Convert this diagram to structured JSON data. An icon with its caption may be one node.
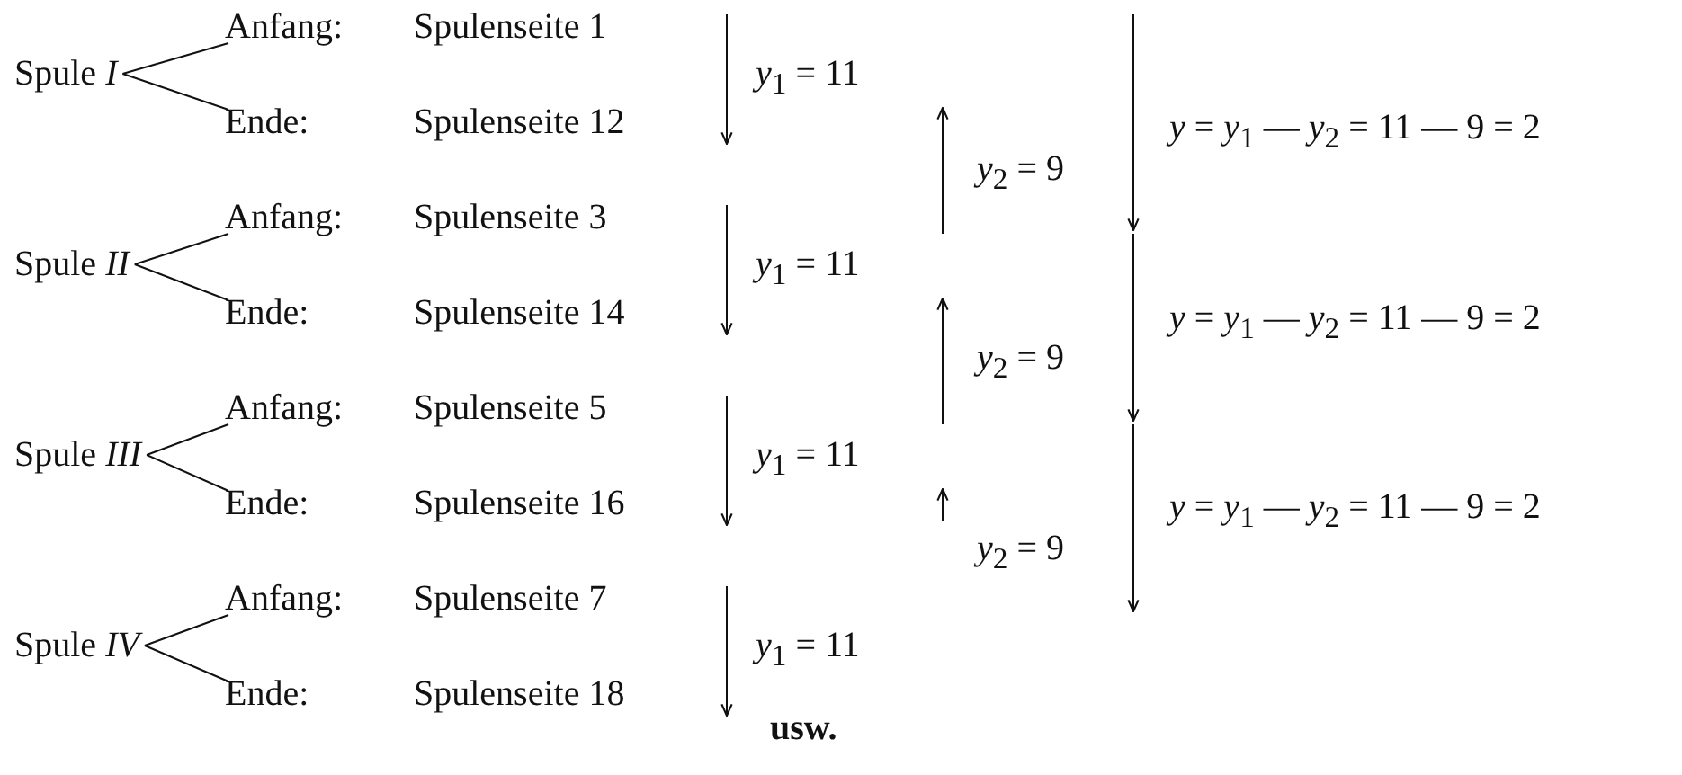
{
  "diagram": {
    "nodes": [
      {
        "text": [
          "Spule *I*"
        ]
      },
      {
        "text": [
          "Anfang:",
          "Spulenseite 1"
        ]
      },
      {
        "text": [
          "Ende:",
          "Spulenseite 12"
        ]
      },
      {
        "text": [
          "Spule *II*"
        ]
      },
      {
        "text": [
          "Anfang:",
          "Spulenseite 3"
        ]
      },
      {
        "text": [
          "Ende:",
          "Spulenseite 14"
        ]
      },
      {
        "text": [
          "Spule *III*"
        ]
      },
      {
        "text": [
          "Anfang:",
          "Spulenseite 5"
        ]
      },
      {
        "text": [
          "Ende:",
          "Spulenseite 16"
        ]
      },
      {
        "text": [
          "Spule *IV*"
        ]
      },
      {
        "text": [
          "Anfang:",
          "Spulenseite 7"
        ]
      },
      {
        "text": [
          "Ende:",
          "Spulenseite 18"
        ]
      }
    ],
    "edges": [
      {
        "from": 0,
        "to": 1,
        "arrow": "none"
      },
      {
        "from": 0,
        "to": 2,
        "arrow": "none"
      },
      {
        "from": 3,
        "to": 4,
        "arrow": "none"
      },
      {
        "from": 3,
        "to": 5,
        "arrow": "none"
      },
      {
        "from": 6,
        "to": 7,
        "arrow": "none"
      },
      {
        "from": 6,
        "to": 8,
        "arrow": "none"
      },
      {
        "from": 9,
        "to": 10,
        "arrow": "none"
      },
      {
        "from": 9,
        "to": 11,
        "arrow": "none"
      }
    ],
    "labels": [
      "*y*$_{1}$ = 11",
      "*y* = *y*$_{1}$ — *y*$_{2}$ = 11 — 9 = 2",
      "*y*$_{2}$ = 9",
      "*y*$_{1}$ = 11",
      "*y* = *y*$_{1}$ — *y*$_{2}$ = 11 — 9 = 2",
      "*y*$_{2}$ = 9",
      "*y*$_{1}$ = 11",
      "*y* = *y*$_{1}$ — *y*$_{2}$ = 11 — 9 = 2",
      "*y*$_{2}$ = 9",
      "*y*$_{1}$ = 11",
      "usw."
    ]
  }
}
